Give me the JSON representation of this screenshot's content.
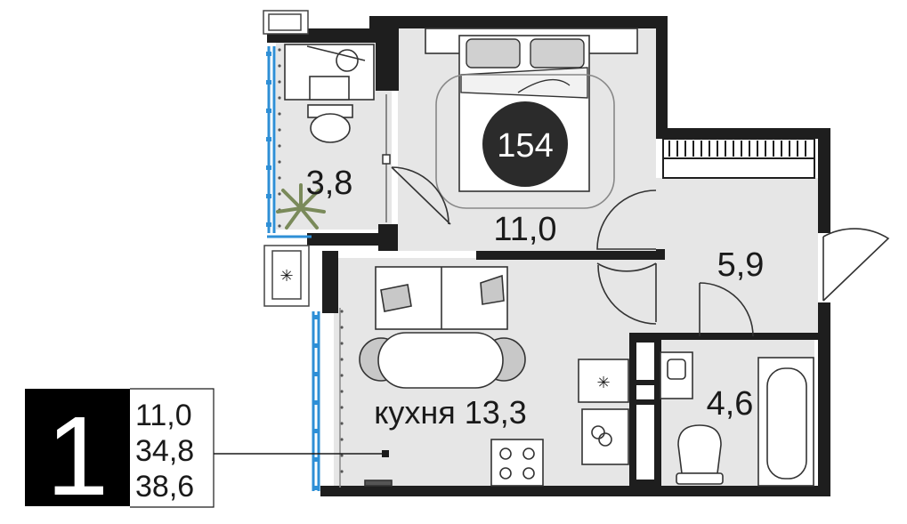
{
  "apartment": {
    "rooms_count": "1",
    "unit_number": "154",
    "areas": {
      "living": "11,0",
      "total_without_balcony": "34,8",
      "total": "38,6"
    }
  },
  "rooms": {
    "bathroom_small": "3,8",
    "bedroom": "11,0",
    "hallway": "5,9",
    "kitchen": "кухня 13,3",
    "bathroom": "4,6"
  },
  "colors": {
    "wall": "#1e1e1e",
    "floor": "#e6e6e6",
    "glass": "#2e8fd6",
    "badge": "#2b2b2b"
  }
}
